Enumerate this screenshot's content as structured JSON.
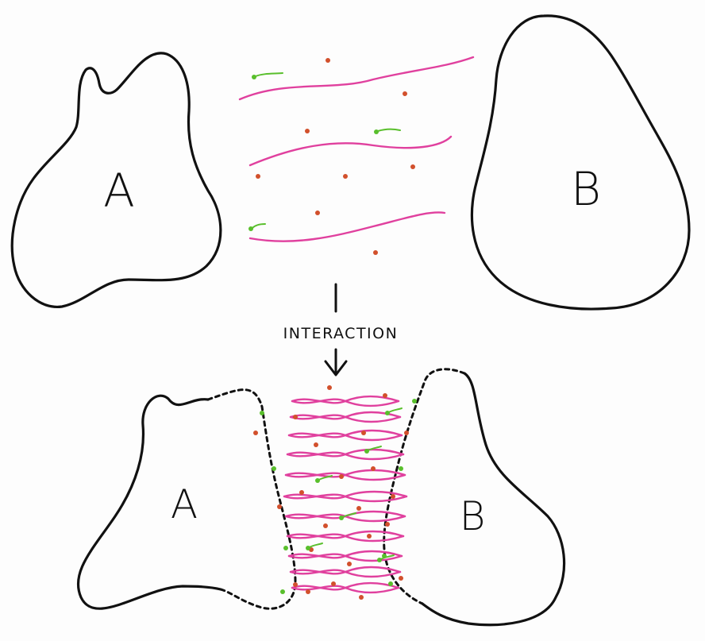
{
  "labels": {
    "top_left": "A",
    "top_right": "B",
    "bottom_left": "A",
    "bottom_right": "B",
    "transition": "INTERACTION"
  },
  "colors": {
    "outline": "#111111",
    "fiber": "#e0409e",
    "dot": "#d2502c",
    "green": "#59bf2c"
  }
}
